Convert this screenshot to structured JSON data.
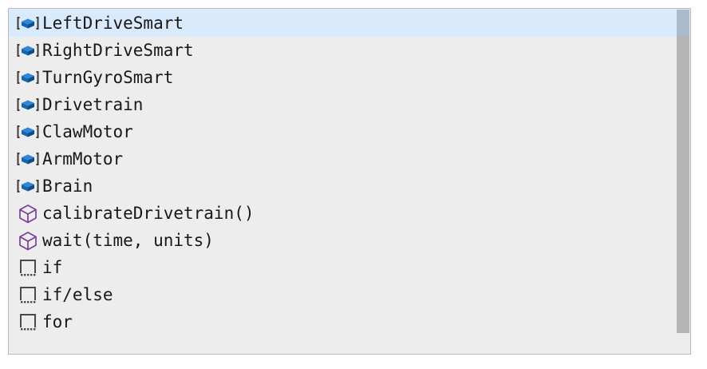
{
  "panel": {
    "name": "toolbox-item-list",
    "background_color": "#ededed",
    "border_color": "#b9b9b9",
    "selection_color": "#d8eafb",
    "text_color": "#18181a"
  },
  "scrollbar": {
    "name": "vertical-scrollbar",
    "thumb_color": "#b4b4b4",
    "thumb_highlight_color": "#a9bbcd",
    "track_color": "#ededed"
  },
  "items": [
    {
      "label": "LeftDriveSmart",
      "icon": "device-box-icon",
      "selected": true
    },
    {
      "label": "RightDriveSmart",
      "icon": "device-box-icon",
      "selected": false
    },
    {
      "label": "TurnGyroSmart",
      "icon": "device-box-icon",
      "selected": false
    },
    {
      "label": "Drivetrain",
      "icon": "device-box-icon",
      "selected": false
    },
    {
      "label": "ClawMotor",
      "icon": "device-box-icon",
      "selected": false
    },
    {
      "label": "ArmMotor",
      "icon": "device-box-icon",
      "selected": false
    },
    {
      "label": "Brain",
      "icon": "device-box-icon",
      "selected": false
    },
    {
      "label": "calibrateDrivetrain()",
      "icon": "function-cube-icon",
      "selected": false
    },
    {
      "label": "wait(time, units)",
      "icon": "function-cube-icon",
      "selected": false
    },
    {
      "label": "if",
      "icon": "control-block-icon",
      "selected": false
    },
    {
      "label": "if/else",
      "icon": "control-block-icon",
      "selected": false
    },
    {
      "label": "for",
      "icon": "control-block-icon",
      "selected": false
    }
  ],
  "icons": {
    "device_box_color": "#1565ad",
    "device_box_light": "#2f86d6",
    "device_bracket_color": "#3a3a3a",
    "function_cube_color": "#7a3f9d",
    "control_block_color": "#4a4a4a"
  }
}
